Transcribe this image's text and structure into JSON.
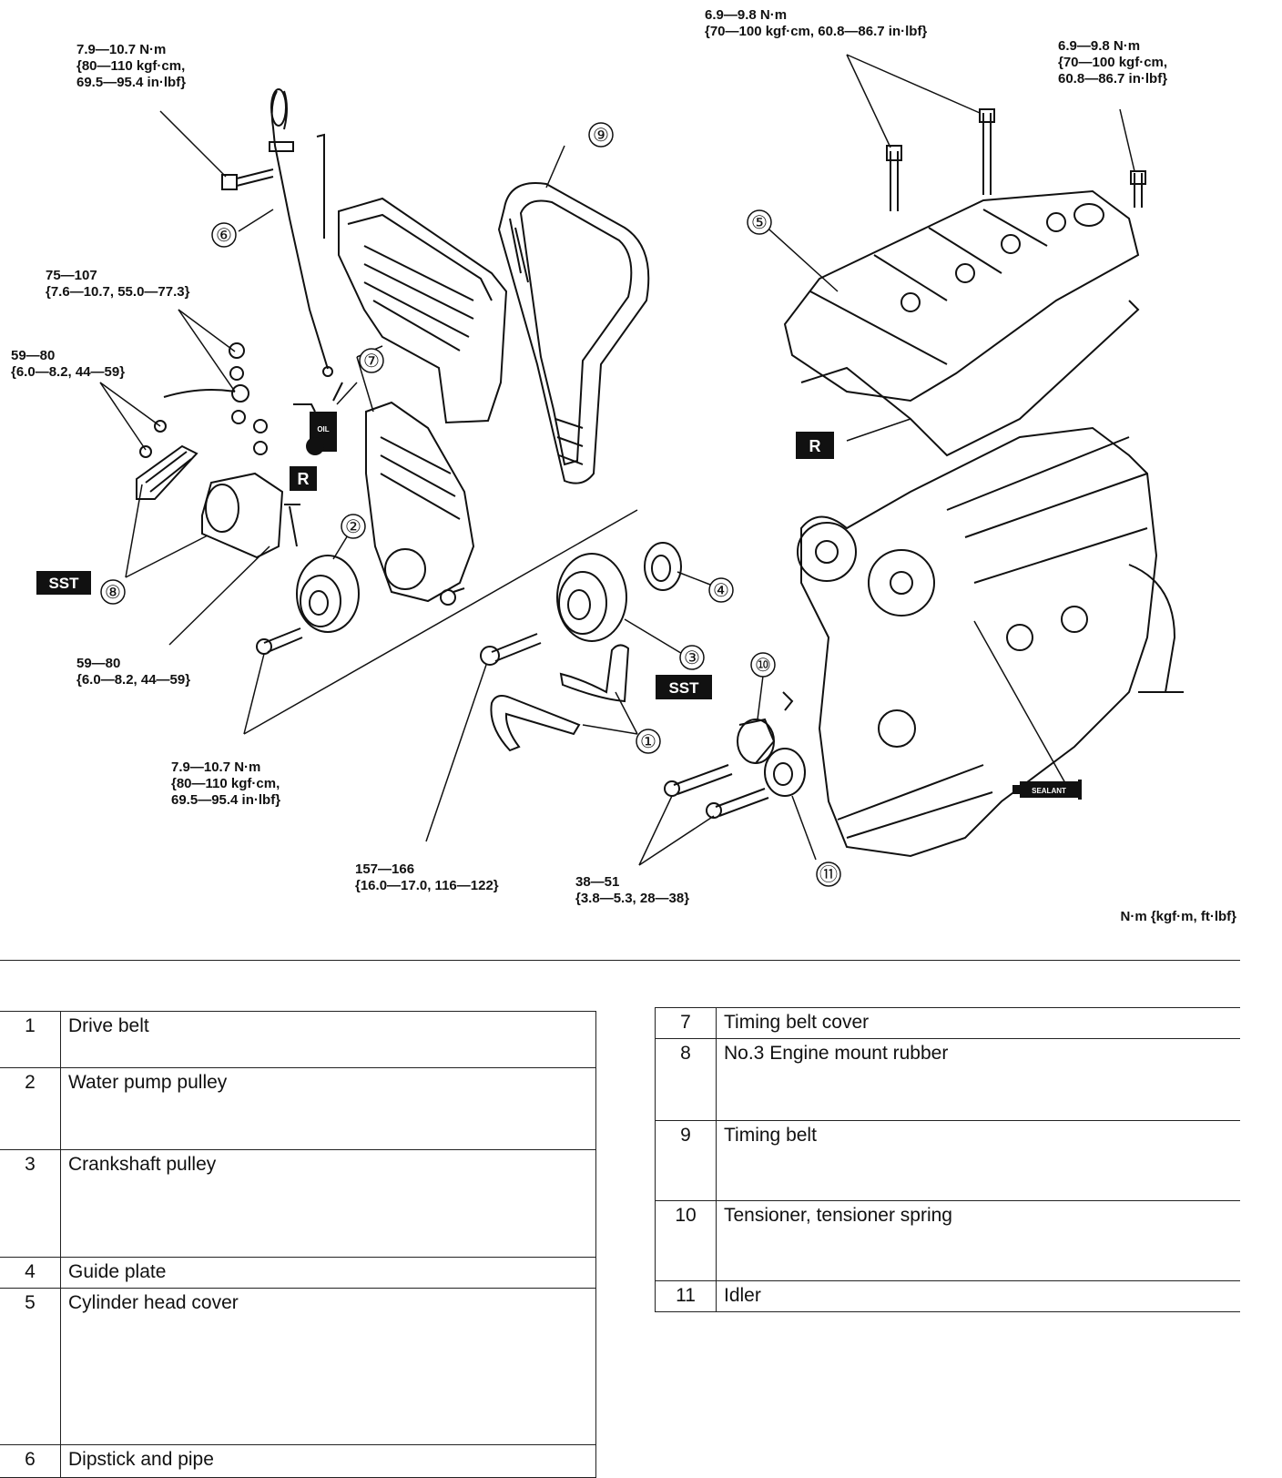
{
  "torque_labels": {
    "dipstick_bolt": "7.9—10.7 N·m\n{80—110 kgf·cm,\n69.5—95.4 in·lbf}",
    "head_cover_center": "6.9—9.8 N·m\n{70—100 kgf·cm, 60.8—86.7 in·lbf}",
    "head_cover_right": "6.9—9.8 N·m\n{70—100 kgf·cm,\n60.8—86.7 in·lbf}",
    "mount_nut": "75—107\n{7.6—10.7, 55.0—77.3}",
    "mount_bolt_upper": "59—80\n{6.0—8.2, 44—59}",
    "mount_bolt_lower": "59—80\n{6.0—8.2, 44—59}",
    "pulley_bolts": "7.9—10.7 N·m\n{80—110 kgf·cm,\n69.5—95.4 in·lbf}",
    "crank_bolt": "157—166\n{16.0—17.0, 116—122}",
    "tensioner_bolts": "38—51\n{3.8—5.3, 28—38}"
  },
  "units_note": "N·m {kgf·m, ft·lbf}",
  "badges": {
    "r": "R",
    "sst": "SST",
    "oil": "OIL",
    "sealant": "SEALANT"
  },
  "callouts": [
    "①",
    "②",
    "③",
    "④",
    "⑤",
    "⑥",
    "⑦",
    "⑧",
    "⑨",
    "⑩",
    "⑪"
  ],
  "parts_left": [
    {
      "num": "1",
      "name": "Drive belt"
    },
    {
      "num": "2",
      "name": "Water pump pulley"
    },
    {
      "num": "3",
      "name": "Crankshaft pulley"
    },
    {
      "num": "4",
      "name": "Guide plate"
    },
    {
      "num": "5",
      "name": "Cylinder head cover"
    },
    {
      "num": "6",
      "name": "Dipstick and pipe"
    }
  ],
  "parts_right": [
    {
      "num": "7",
      "name": "Timing belt cover"
    },
    {
      "num": "8",
      "name": "No.3 Engine mount rubber"
    },
    {
      "num": "9",
      "name": "Timing belt"
    },
    {
      "num": "10",
      "name": "Tensioner, tensioner spring"
    },
    {
      "num": "11",
      "name": "Idler"
    }
  ]
}
